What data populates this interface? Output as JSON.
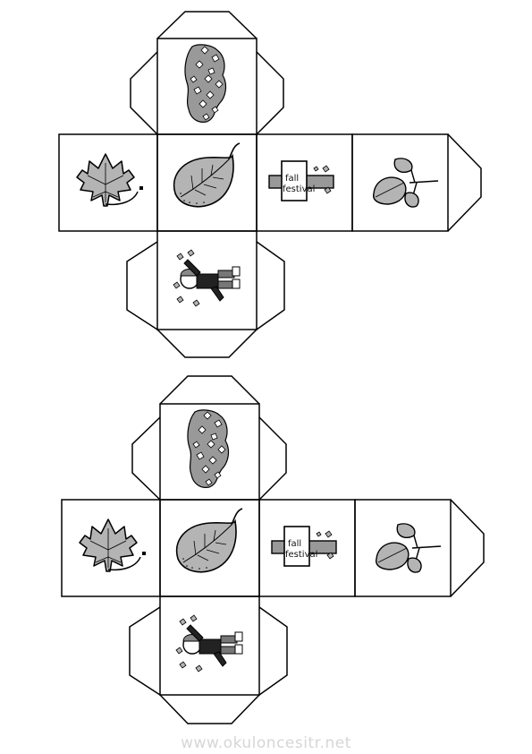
{
  "watermark": "www.okuloncesitr.net",
  "sign": {
    "line1": "fall",
    "line2": "festival"
  },
  "colors": {
    "outline": "#000000",
    "leaf_fill": "#b4b4b4",
    "paper": "#ffffff",
    "watermark": "#d6d6d6"
  },
  "nets": [
    {
      "name": "top",
      "faces": [
        "leaf-pile-icon",
        "maple-leaf-icon",
        "leaf-icon",
        "fall-festival-sign-icon",
        "leaf-sprig-icon",
        "child-leaves-icon"
      ]
    },
    {
      "name": "bottom",
      "faces": [
        "leaf-pile-icon",
        "maple-leaf-icon",
        "leaf-icon",
        "fall-festival-sign-icon",
        "leaf-sprig-icon",
        "child-leaves-icon"
      ]
    }
  ]
}
